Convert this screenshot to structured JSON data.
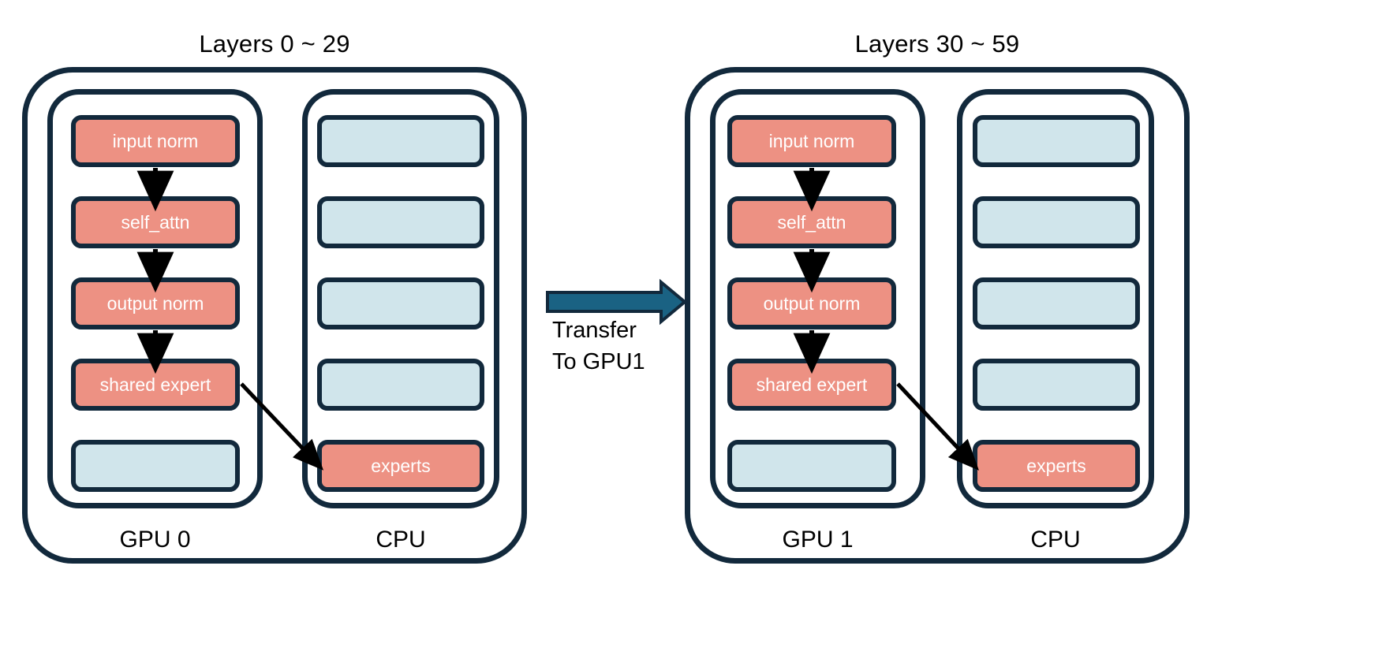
{
  "diagram": {
    "title_text_color": "#000000",
    "colors": {
      "active_block": "#ED9183",
      "idle_block": "#D0E5EB",
      "outline": "#12293C",
      "transfer_arrow": "#1A6283",
      "flow_arrow": "#000000",
      "background": "#FFFFFF"
    },
    "groups": [
      {
        "id": "group-left",
        "title": "Layers 0 ~ 29",
        "columns": [
          {
            "id": "gpu0",
            "label": "GPU 0",
            "blocks": [
              {
                "label": "input norm",
                "state": "active"
              },
              {
                "label": "self_attn",
                "state": "active"
              },
              {
                "label": "output norm",
                "state": "active"
              },
              {
                "label": "shared expert",
                "state": "active"
              },
              {
                "label": "",
                "state": "idle"
              }
            ]
          },
          {
            "id": "cpu0",
            "label": "CPU",
            "blocks": [
              {
                "label": "",
                "state": "idle"
              },
              {
                "label": "",
                "state": "idle"
              },
              {
                "label": "",
                "state": "idle"
              },
              {
                "label": "",
                "state": "idle"
              },
              {
                "label": "experts",
                "state": "active"
              }
            ]
          }
        ]
      },
      {
        "id": "group-right",
        "title": "Layers 30 ~ 59",
        "columns": [
          {
            "id": "gpu1",
            "label": "GPU 1",
            "blocks": [
              {
                "label": "input norm",
                "state": "active"
              },
              {
                "label": "self_attn",
                "state": "active"
              },
              {
                "label": "output norm",
                "state": "active"
              },
              {
                "label": "shared expert",
                "state": "active"
              },
              {
                "label": "",
                "state": "idle"
              }
            ]
          },
          {
            "id": "cpu1",
            "label": "CPU",
            "blocks": [
              {
                "label": "",
                "state": "idle"
              },
              {
                "label": "",
                "state": "idle"
              },
              {
                "label": "",
                "state": "idle"
              },
              {
                "label": "",
                "state": "idle"
              },
              {
                "label": "experts",
                "state": "active"
              }
            ]
          }
        ]
      }
    ],
    "transfer": {
      "label_line1": "Transfer",
      "label_line2": "To GPU1"
    }
  }
}
